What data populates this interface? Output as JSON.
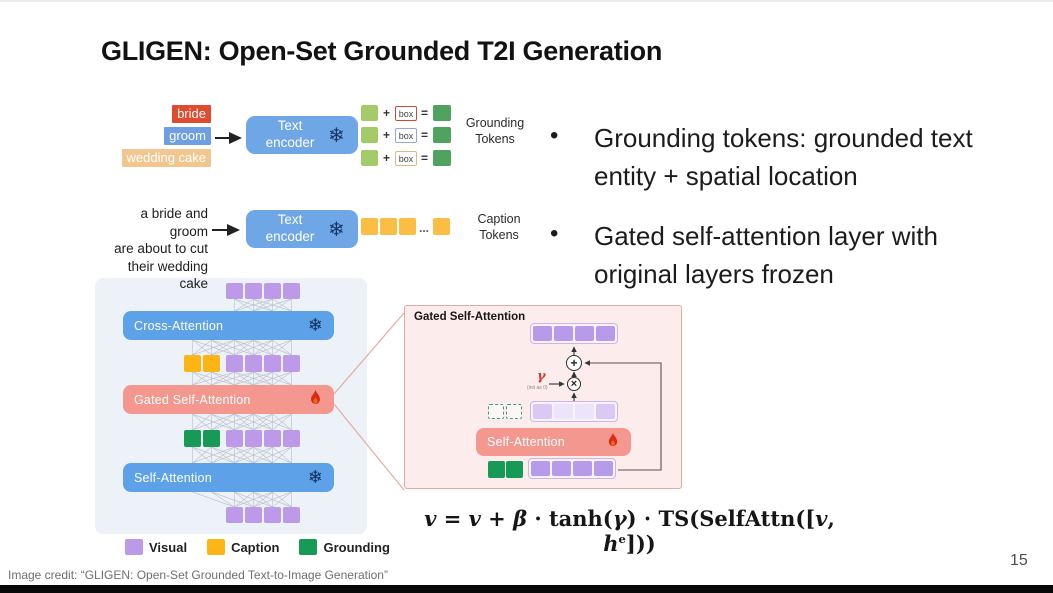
{
  "slide": {
    "title": "GLIGEN: Open-Set Grounded T2I Generation",
    "page_number": "15",
    "credit": "Image credit: “GLIGEN: Open-Set Grounded Text-to-Image Generation”"
  },
  "bullets": {
    "marker": "•",
    "items": [
      "Grounding tokens: grounded text entity + spatial location",
      "Gated self-attention layer with original layers frozen"
    ]
  },
  "icons": {
    "snowflake": "❄",
    "plus_circle": "+",
    "times_circle": "×"
  },
  "grounding_flow": {
    "entities": [
      {
        "label": "bride",
        "color": "#e04a2f"
      },
      {
        "label": "groom",
        "color": "#6f9fe3"
      },
      {
        "label": "wedding cake",
        "color": "#f2c78f"
      }
    ],
    "encoder_label": "Text encoder",
    "plus": "+",
    "equals": "=",
    "box_label": "box",
    "box_border_colors": [
      "#cf4931",
      "#97a6da",
      "#debb80"
    ],
    "light_green": "#a5ca69",
    "dark_green": "#4fa35f",
    "output_label": "Grounding Tokens"
  },
  "caption_flow": {
    "input_lines": [
      "a bride and groom",
      "are about to cut",
      "their wedding cake"
    ],
    "encoder_label": "Text encoder",
    "ellipsis": "...",
    "token_color": "#fbbd43",
    "output_label": "Caption Tokens"
  },
  "architecture": {
    "layers": {
      "cross_attention": "Cross-Attention",
      "gated_self_attention": "Gated Self-Attention",
      "self_attention": "Self-Attention"
    },
    "legend": [
      {
        "label": "Visual",
        "color": "#bd9ae9"
      },
      {
        "label": "Caption",
        "color": "#fcb515"
      },
      {
        "label": "Grounding",
        "color": "#179a55"
      }
    ]
  },
  "detail": {
    "title": "Gated Self-Attention",
    "self_attention": "Self-Attention",
    "gamma": "γ",
    "gamma_note": "(init as 0)"
  },
  "formula": {
    "parts": [
      {
        "t": "v",
        "i": 1
      },
      {
        "t": " = "
      },
      {
        "t": "v",
        "i": 1
      },
      {
        "t": " + "
      },
      {
        "t": "β",
        "i": 1
      },
      {
        "t": " · tanh("
      },
      {
        "t": "γ",
        "i": 1
      },
      {
        "t": ") · TS(SelfAttn(["
      },
      {
        "t": "v",
        "i": 1
      },
      {
        "t": ", "
      },
      {
        "t": "h",
        "i": 1
      },
      {
        "t": "e",
        "sup": 1
      },
      {
        "t": "]))"
      }
    ]
  }
}
